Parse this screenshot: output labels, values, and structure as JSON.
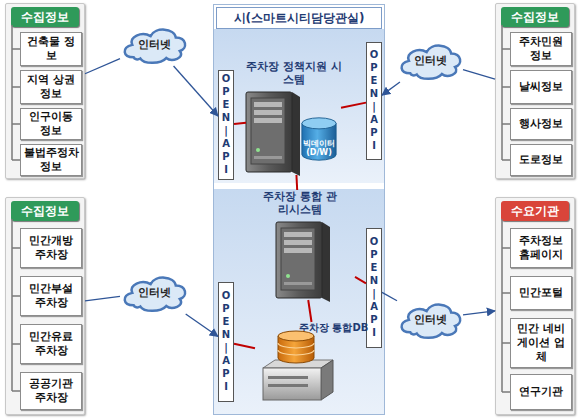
{
  "diagram": {
    "nodes": [
      {
        "text": [
          "수집정보"
        ]
      },
      {
        "text": [
          "건축물 정보"
        ],
        "in": 0
      },
      {
        "text": [
          "지역 상권정보"
        ],
        "in": 0
      },
      {
        "text": [
          "인구이동 정보"
        ],
        "in": 0
      },
      {
        "text": [
          "불법주정차정보"
        ],
        "in": 0
      },
      {
        "text": [
          "인터넷"
        ]
      },
      {
        "text": [
          "시(스마트시티담당관실)"
        ]
      },
      {
        "text": [
          "OPEN|API"
        ],
        "in": 6
      },
      {
        "text": [
          "주차장 정책지원 시스템"
        ],
        "in": 6
      },
      {
        "text": [
          "빅데이터 (D/W)"
        ],
        "in": 6
      },
      {
        "text": [
          "OPEN|API"
        ],
        "in": 6
      },
      {
        "text": [
          "주차장 통합 관리시스템"
        ],
        "in": 6
      },
      {
        "text": [
          "OPEN|API"
        ],
        "in": 6
      },
      {
        "text": [
          "OPEN|API"
        ],
        "in": 6
      },
      {
        "text": [
          "주차장 통합DB"
        ],
        "in": 6
      },
      {
        "text": [
          "인터넷"
        ]
      },
      {
        "text": [
          "수집정보"
        ]
      },
      {
        "text": [
          "주차민원 정보"
        ],
        "in": 16
      },
      {
        "text": [
          "날씨정보"
        ],
        "in": 16
      },
      {
        "text": [
          "행사정보"
        ],
        "in": 16
      },
      {
        "text": [
          "도로정보"
        ],
        "in": 16
      },
      {
        "text": [
          "수집정보"
        ]
      },
      {
        "text": [
          "민간개방 주차장"
        ],
        "in": 21
      },
      {
        "text": [
          "민간부설 주차장"
        ],
        "in": 21
      },
      {
        "text": [
          "민간유료 주차장"
        ],
        "in": 21
      },
      {
        "text": [
          "공공기관 주차장"
        ],
        "in": 21
      },
      {
        "text": [
          "인터넷"
        ]
      },
      {
        "text": [
          "인터넷"
        ]
      },
      {
        "text": [
          "수요기관"
        ]
      },
      {
        "text": [
          "주차정보 홈페이지"
        ],
        "in": 28
      },
      {
        "text": [
          "민간포털"
        ],
        "in": 28
      },
      {
        "text": [
          "민간 네비 게이션 업체"
        ],
        "in": 28
      },
      {
        "text": [
          "연구기관"
        ],
        "in": 28
      }
    ],
    "edges": [
      {
        "from": 0,
        "to": 5,
        "arrow": "none"
      },
      {
        "from": 5,
        "to": 7,
        "arrow": "to"
      },
      {
        "from": 16,
        "to": 15,
        "arrow": "none"
      },
      {
        "from": 15,
        "to": 10,
        "arrow": "to"
      },
      {
        "from": 21,
        "to": 26,
        "arrow": "none"
      },
      {
        "from": 26,
        "to": 13,
        "arrow": "to"
      },
      {
        "from": 12,
        "to": 27,
        "arrow": "none"
      },
      {
        "from": 27,
        "to": 28,
        "arrow": "to"
      },
      {
        "from": 7,
        "to": 8,
        "arrow": "none"
      },
      {
        "from": 8,
        "to": 10,
        "arrow": "none"
      },
      {
        "from": 8,
        "to": 11,
        "arrow": "none"
      },
      {
        "from": 11,
        "to": 12,
        "arrow": "none"
      },
      {
        "from": 11,
        "to": 14,
        "arrow": "none"
      },
      {
        "from": 13,
        "to": 14,
        "arrow": "none"
      }
    ]
  }
}
